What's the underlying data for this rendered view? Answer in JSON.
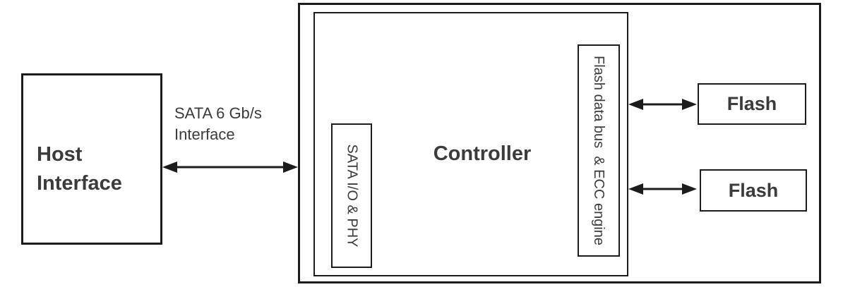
{
  "colors": {
    "line": "#1c1c1c",
    "text": "#3b3b3b",
    "background": "#ffffff"
  },
  "host": {
    "label_line1": "Host",
    "label_line2": "Interface"
  },
  "sata_link": {
    "label_line1": "SATA 6 Gb/s",
    "label_line2": "Interface"
  },
  "controller": {
    "label": "Controller",
    "sata_io_phy": {
      "label": "SATA I/O & PHY"
    },
    "flash_bus_ecc": {
      "label": "Flash data bus  & ECC engine"
    }
  },
  "flash": {
    "top_label": "Flash",
    "bottom_label": "Flash"
  }
}
